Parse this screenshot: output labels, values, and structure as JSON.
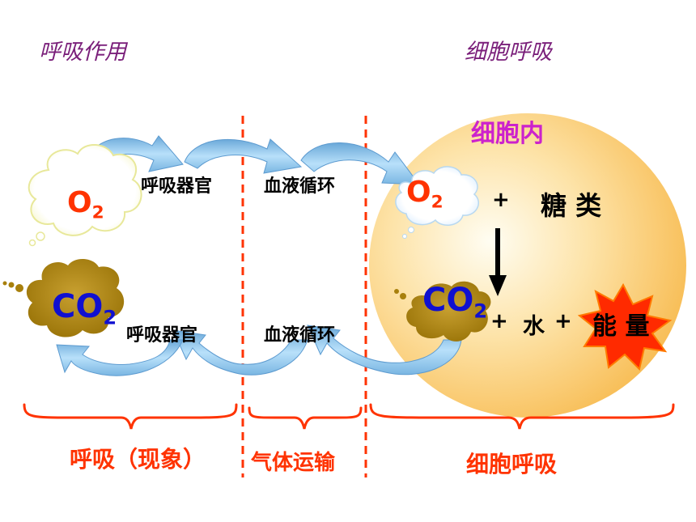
{
  "titles": {
    "left": "呼吸作用",
    "right": "细胞呼吸"
  },
  "cell": {
    "label": "细胞内"
  },
  "molecules": {
    "o2_outer": {
      "base": "O",
      "sub": "2"
    },
    "co2_outer": {
      "base": "CO",
      "sub": "2"
    },
    "o2_inner": {
      "base": "O",
      "sub": "2"
    },
    "co2_inner": {
      "base": "CO",
      "sub": "2"
    }
  },
  "organs": {
    "top_respiratory": "呼吸器官",
    "top_blood": "血液循环",
    "bottom_respiratory": "呼吸器官",
    "bottom_blood": "血液循环"
  },
  "equation": {
    "plus1": "+",
    "sugar": "糖 类",
    "plus2": "+",
    "water": "水",
    "plus3": "+",
    "energy": "能 量"
  },
  "stages": {
    "breathing": "呼吸（现象）",
    "transport": "气体运输",
    "cellular": "细胞呼吸"
  },
  "colors": {
    "title": "#7a1f7a",
    "cell_label": "#cc22cc",
    "o2_text": "#ff3300",
    "co2_text": "#1010d0",
    "stage_text": "#ff3300",
    "divider": "#ff3300",
    "arrow": "#8ec8ee",
    "co2_cloud": "#b08a10"
  }
}
